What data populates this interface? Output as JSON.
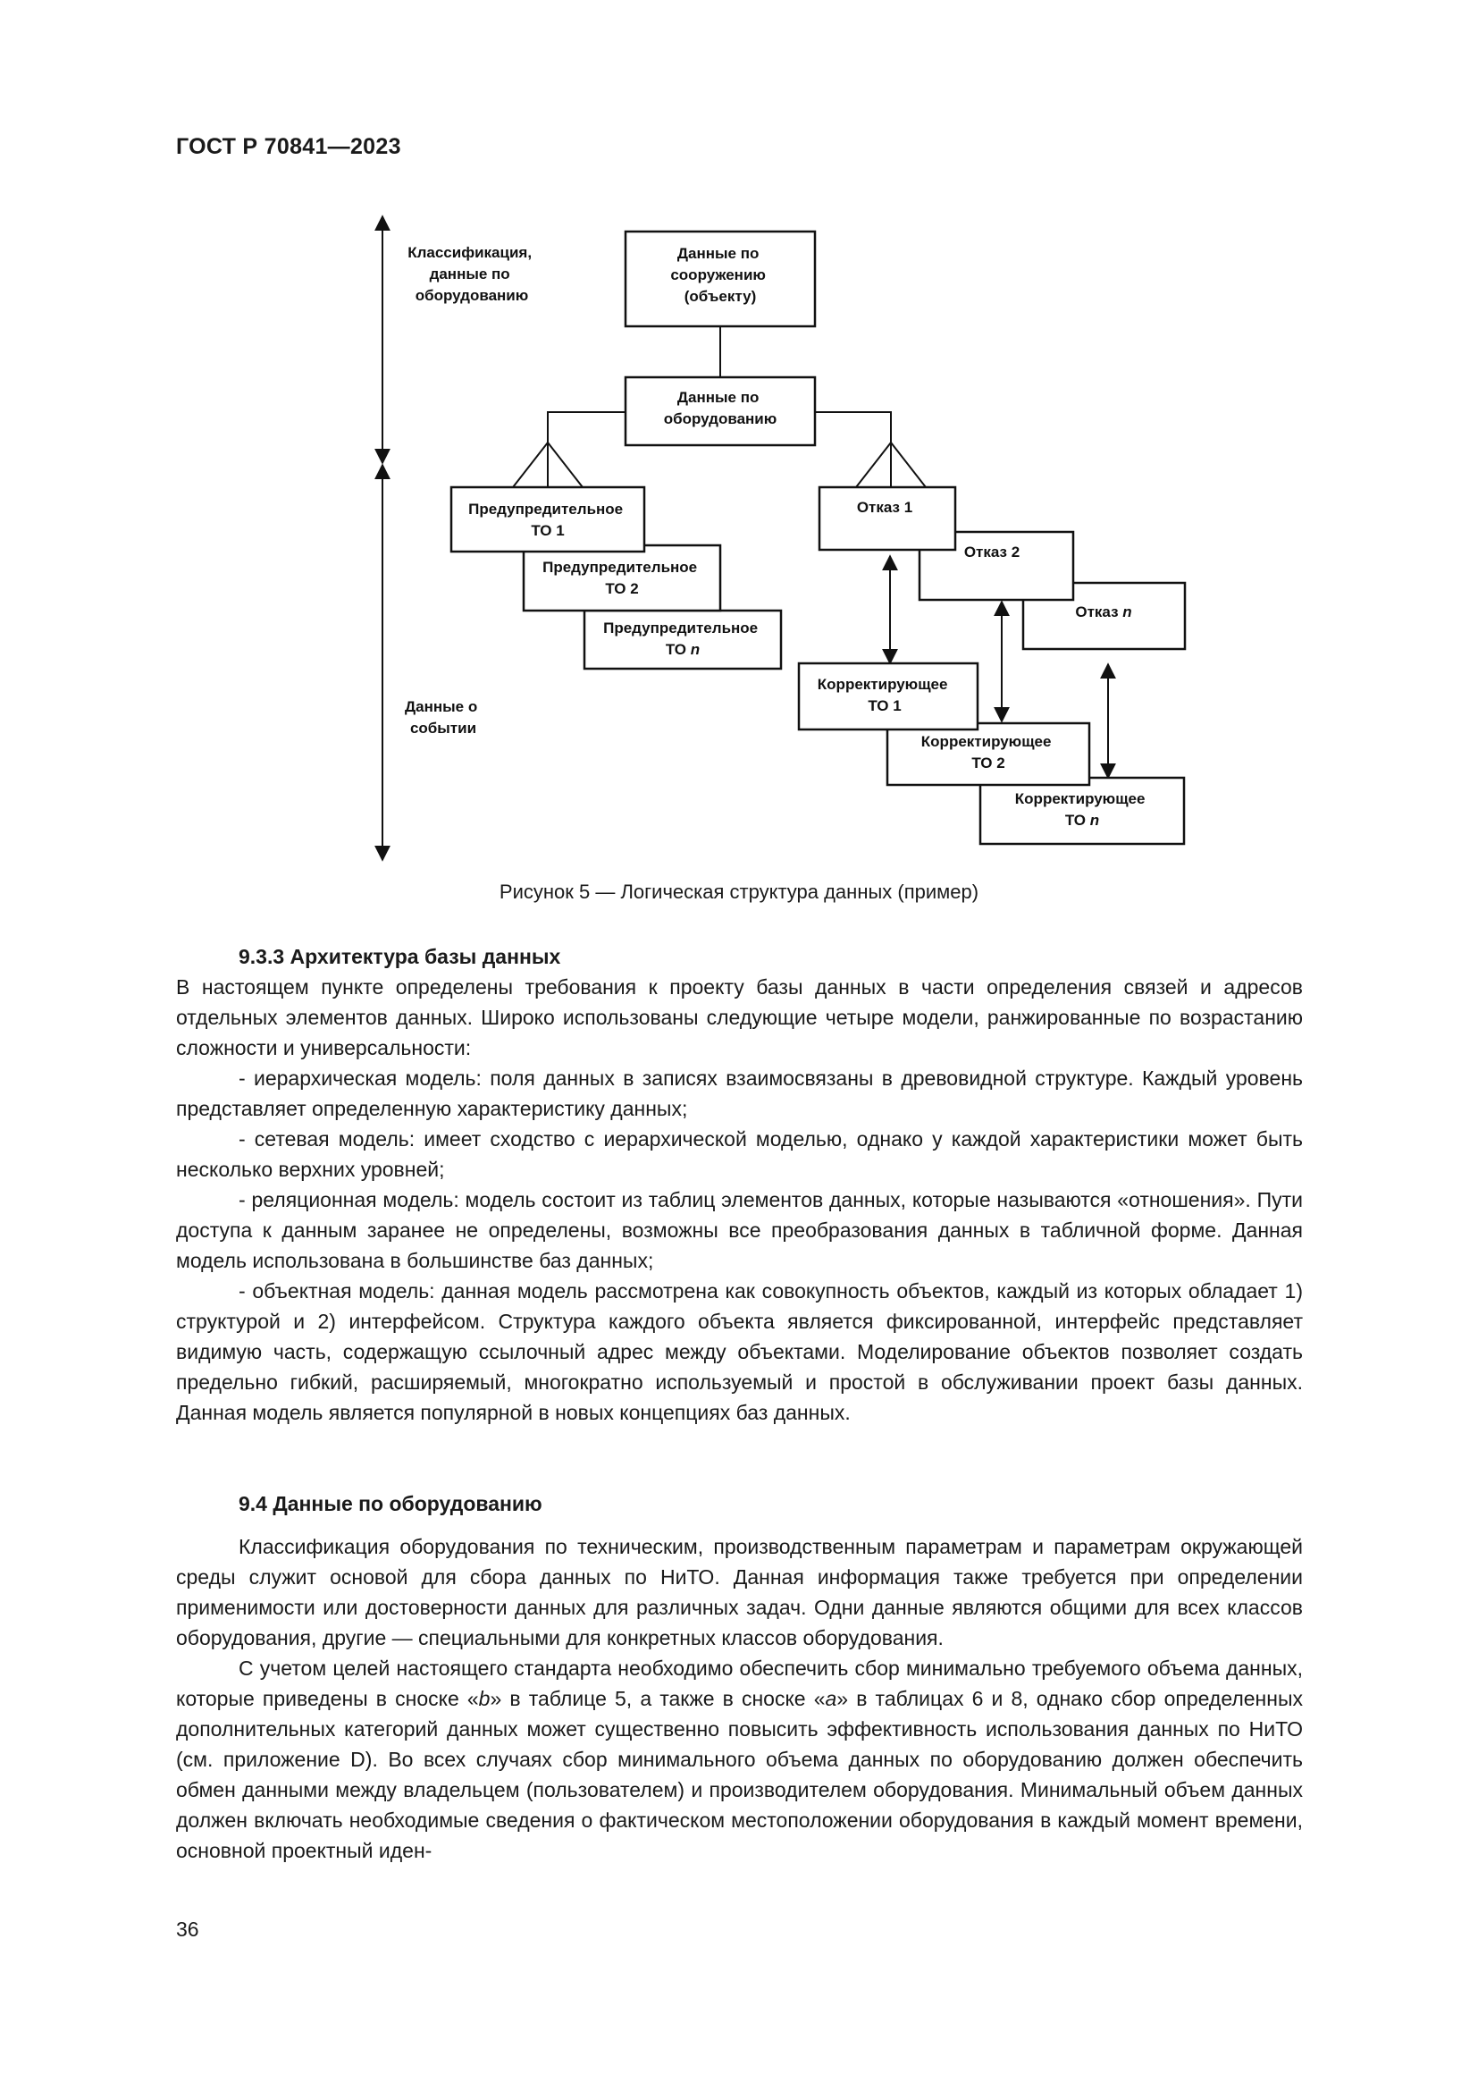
{
  "header": {
    "doc_code": "ГОСТ Р 70841—2023"
  },
  "figure": {
    "side_labels": {
      "classification": [
        "Классификация,",
        "данные по",
        "оборудованию"
      ],
      "event": [
        "Данные о",
        "событии"
      ]
    },
    "boxes": {
      "object_data": [
        "Данные по",
        "сооружению",
        "(объекту)"
      ],
      "equipment_data": [
        "Данные по",
        "оборудованию"
      ],
      "pm1": [
        "Предупредительное",
        "ТО 1"
      ],
      "pm2": [
        "Предупредительное",
        "ТО 2"
      ],
      "pmn_main": "Предупредительное",
      "pmn_to": "ТО ",
      "failure1": "Отказ 1",
      "failure2": "Отказ 2",
      "failuren_pre": "Отказ ",
      "cm1": [
        "Корректирующее",
        "ТО 1"
      ],
      "cm2": [
        "Корректирующее",
        "ТО 2"
      ],
      "cmn_main": "Корректирующее",
      "cmn_to": "ТО ",
      "n": "n"
    },
    "caption": "Рисунок 5 — Логическая структура данных (пример)"
  },
  "s933": {
    "heading": "9.3.3 Архитектура базы данных",
    "p1": "В настоящем пункте определены требования к проекту базы данных в части определения связей и адресов отдельных элементов данных. Широко использованы следующие четыре модели, ранжиро­ванные по возрастанию сложности и универсальности:",
    "p2": "- иерархическая модель: поля данных в записях взаимосвязаны в древовидной структуре. Каж­дый уровень представляет определенную характеристику данных;",
    "p3": "- сетевая модель: имеет сходство с иерархической моделью, однако у каждой характеристики мо­жет быть несколько верхних уровней;",
    "p4": "- реляционная модель: модель состоит из таблиц элементов данных, которые называются «от­ношения». Пути доступа к данным заранее не определены, возможны все преобразования данных в табличной форме. Данная модель использована в большинстве баз данных;",
    "p5": "- объектная модель: данная модель рассмотрена как совокупность объектов, каждый из которых обладает 1) структурой и 2) интерфейсом. Структура каждого объекта является фиксированной, интер­фейс представляет видимую часть, содержащую ссылочный адрес между объектами. Моделирование объектов позволяет создать предельно гибкий, расширяемый, многократно используемый и простой в обслуживании проект базы данных. Данная модель является популярной в новых концепциях баз дан­ных."
  },
  "s94": {
    "heading": "9.4 Данные по оборудованию",
    "p1": "Классификация оборудования по техническим, производственным параметрам и параметрам окружающей среды служит основой для сбора данных по НиТО. Данная информация также требуется при определении применимости или достоверности данных для различных задач. Одни данные явля­ются общими для всех классов оборудования, другие — специальными для конкретных классов обо­рудования.",
    "p2_a": "С учетом целей настоящего стандарта необходимо обеспечить сбор минимально требуемого объ­ема данных, которые приведены в сноске «",
    "p2_b": "b",
    "p2_c": "» в таблице 5, а также в сноске «",
    "p2_d": "a",
    "p2_e": "» в таблицах 6 и 8, од­нако сбор определенных дополнительных категорий данных может существенно повысить эффектив­ность использования данных по НиТО (см. приложение D). Во всех случаях сбор минимального объема данных по оборудованию должен обеспечить обмен данными между владельцем (пользователем) и производителем оборудования. Минимальный объем данных должен включать необходимые сведения о фактическом местоположении оборудования в каждый момент времени, основной проектный иден-"
  },
  "page_number": "36"
}
